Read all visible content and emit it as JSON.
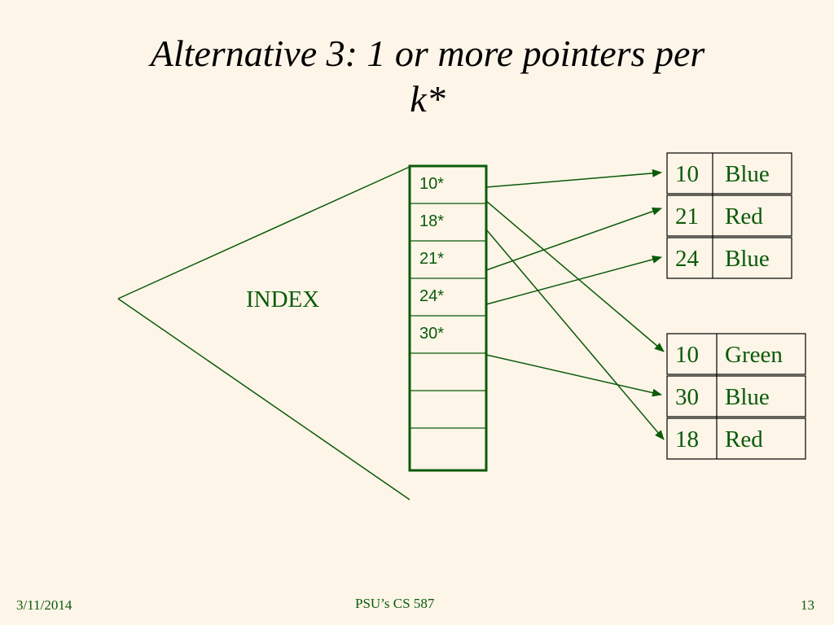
{
  "title": {
    "line1": "Alternative 3: 1 or more pointers per",
    "line2": "k*"
  },
  "index_label": "INDEX",
  "index_slots": [
    "10*",
    "18*",
    "21*",
    "24*",
    "30*",
    "",
    "",
    ""
  ],
  "records_page1": [
    {
      "key": "10",
      "color": "Blue"
    },
    {
      "key": "21",
      "color": "Red"
    },
    {
      "key": "24",
      "color": "Blue"
    }
  ],
  "records_page2": [
    {
      "key": "10",
      "color": "Green"
    },
    {
      "key": "30",
      "color": "Blue"
    },
    {
      "key": "18",
      "color": "Red"
    }
  ],
  "footer": {
    "date": "3/11/2014",
    "course": "PSU’s CS 587",
    "page": "13"
  },
  "colors": {
    "background": "#fdf5e8",
    "accent": "#0a5a0a",
    "title": "#000000"
  }
}
